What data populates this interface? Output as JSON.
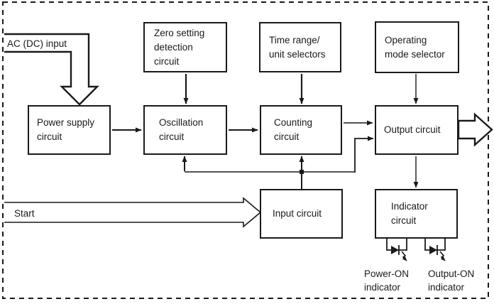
{
  "diagram": {
    "title_hint": "Timer block diagram",
    "boxes": {
      "power_supply": "Power supply\ncircuit",
      "oscillation": "Oscillation\ncircuit",
      "counting": "Counting\ncircuit",
      "output": "Output circuit",
      "zero_setting": "Zero setting\ndetection\ncircuit",
      "time_range": "Time range/\nunit selectors",
      "operating_mode": "Operating\nmode selector",
      "input": "Input circuit",
      "indicator": "Indicator\ncircuit"
    },
    "labels": {
      "ac_input": "AC (DC) input",
      "start": "Start",
      "power_on_indicator": "Power-ON\nindicator",
      "output_on_indicator": "Output-ON\nindicator"
    },
    "colors": {
      "line": "#1a1a1a",
      "background": "#ffffff"
    }
  }
}
